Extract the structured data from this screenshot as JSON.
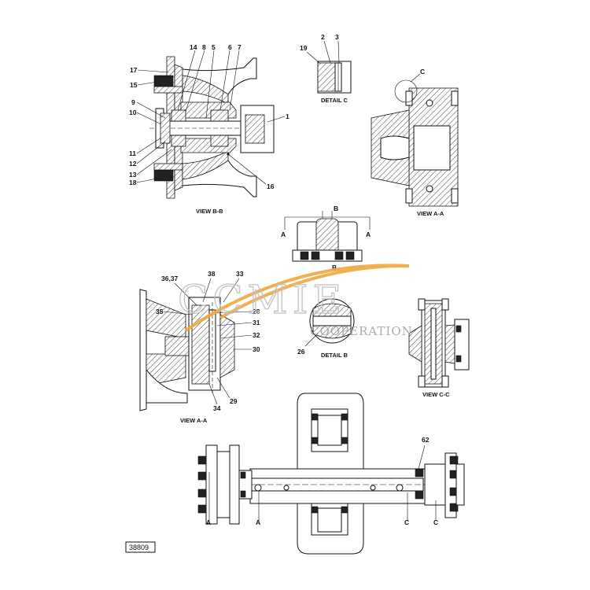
{
  "watermark": {
    "brand": "CCMIE",
    "tagline": "COOPERATION",
    "swoosh_color": "#f0a83c",
    "text_color": "#b9bcc0"
  },
  "drawing_number": "38809",
  "views": {
    "view_b_b": "VIEW B-B",
    "detail_c": "DETAIL C",
    "view_a_a_top": "VIEW A-A",
    "view_a_a_mid": "VIEW A-A",
    "detail_b": "DETAIL B",
    "view_c_c": "VIEW C-C"
  },
  "part_numbers": {
    "p1": "1",
    "p2": "2",
    "p3": "3",
    "p5": "5",
    "p6": "6",
    "p7": "7",
    "p8": "8",
    "p9": "9",
    "p10": "10",
    "p11": "11",
    "p12": "12",
    "p13": "13",
    "p14": "14",
    "p15": "15",
    "p16": "16",
    "p17": "17",
    "p18": "18",
    "p19": "19",
    "p26": "26",
    "p28": "28",
    "p29": "29",
    "p30": "30",
    "p31": "31",
    "p32": "32",
    "p33": "33",
    "p34": "34",
    "p35": "35",
    "p36_37": "36,37",
    "p38": "38",
    "p62": "62"
  },
  "section_marks": {
    "a_left": "A",
    "a_right": "A",
    "b_top": "B",
    "b_bottom": "B",
    "c_top": "C",
    "bottom_a1": "A",
    "bottom_a2": "A",
    "bottom_c1": "C",
    "bottom_c2": "C"
  }
}
